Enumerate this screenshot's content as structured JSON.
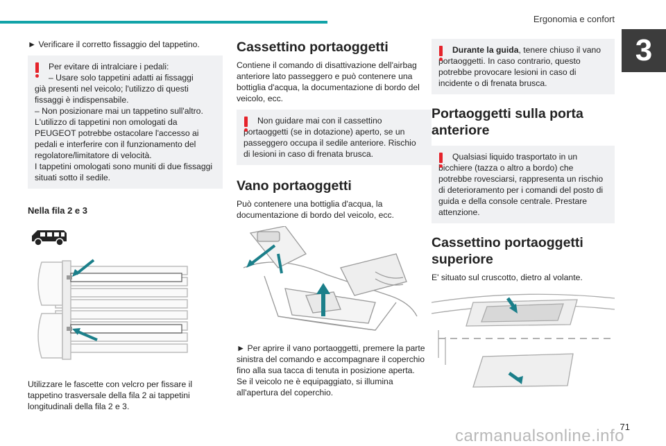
{
  "header": {
    "title": "Ergonomia e confort",
    "chapter": "3"
  },
  "col1": {
    "bullet1": "► Verificare il corretto fissaggio del tappetino.",
    "warn1": {
      "line1": "Per evitare di intralciare i pedali:",
      "line2": "– Usare solo tappetini adatti ai fissaggi",
      "rest": "già presenti nel veicolo; l'utilizzo di questi fissaggi è indispensabile.",
      "line3": "– Non posizionare mai un tappetino sull'altro.",
      "line4": "L'utilizzo di tappetini non omologati da PEUGEOT potrebbe ostacolare l'accesso ai pedali e interferire con il funzionamento del regolatore/limitatore di velocità.",
      "line5": "I tappetini omologati sono muniti di due fissaggi situati sotto il sedile."
    },
    "row_title": "Nella fila 2 e 3",
    "caption": "Utilizzare le fascette con velcro per fissare il tappetino trasversale della fila 2 ai tappetini longitudinali della fila 2 e 3."
  },
  "col2": {
    "h_glovebox": "Cassettino portaoggetti",
    "p_glovebox": "Contiene il comando di disattivazione dell'airbag anteriore lato passeggero e può contenere una bottiglia d'acqua, la documentazione di bordo del veicolo, ecc.",
    "warn": {
      "first": "Non guidare mai con il cassettino",
      "rest": "portaoggetti (se in dotazione) aperto, se un passeggero occupa il sedile anteriore. Rischio di lesioni in caso di frenata brusca."
    },
    "h_vano": "Vano portaoggetti",
    "p_vano": "Può contenere una bottiglia d'acqua, la documentazione di bordo del veicolo, ecc.",
    "bullet": "► Per aprire il vano portaoggetti, premere la parte sinistra del comando e accompagnare il coperchio fino alla sua tacca di tenuta in posizione aperta.",
    "p_light": "Se il veicolo ne è equipaggiato, si illumina all'apertura del coperchio."
  },
  "col3": {
    "warn1": {
      "bold": "Durante la guida",
      "first_rest": ", tenere chiuso il vano",
      "rest": "portaoggetti. In caso contrario, questo potrebbe provocare lesioni in caso di incidente o di frenata brusca."
    },
    "h_door": "Portaoggetti sulla porta anteriore",
    "warn2": {
      "first": "Qualsiasi liquido trasportato in un",
      "rest": "bicchiere (tazza o altro a bordo) che potrebbe rovesciarsi, rappresenta un rischio di deterioramento per i comandi del posto di guida e della console centrale. Prestare attenzione."
    },
    "h_upper": "Cassettino portaoggetti superiore",
    "p_upper": "E' situato sul cruscotto, dietro al volante."
  },
  "page_number": "71",
  "watermark": "carmanualsonline.info",
  "colors": {
    "accent": "#12a3a8",
    "warning": "#e5232b",
    "arrow": "#1b7f8a"
  }
}
